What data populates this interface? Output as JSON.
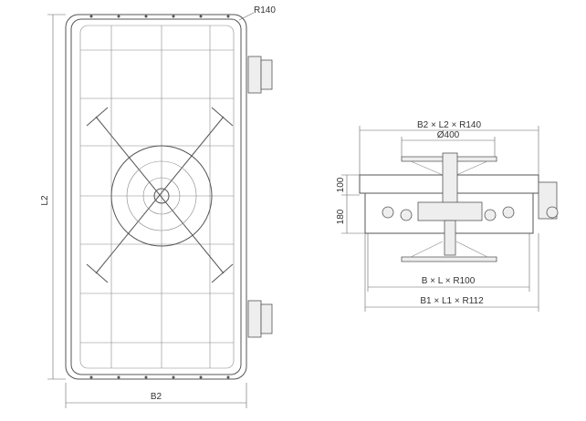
{
  "front_view": {
    "corner_radius": "R140",
    "height_dim": "L2",
    "width_dim": "B2"
  },
  "side_view": {
    "overall_dim": "B2 × L2 × R140",
    "handwheel_dim": "Ø400",
    "top_height": "100",
    "lower_height": "180",
    "clear_opening_dim": "B × L × R100",
    "frame_dim": "B1 × L1 × R112"
  }
}
